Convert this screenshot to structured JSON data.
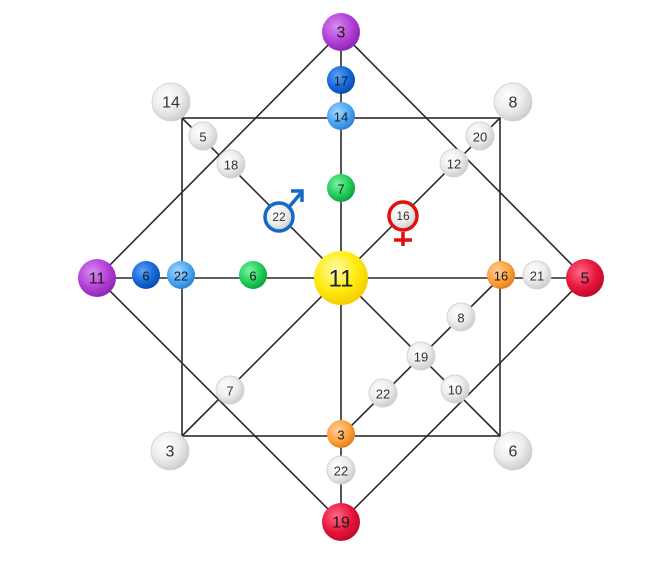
{
  "colors": {
    "line": "#2b2b2b",
    "gray": "#e9e9e9",
    "purple": "#b23fd6",
    "red": "#e8143c",
    "yellow": "#ffea00",
    "green": "#1fcf5a",
    "light_blue": "#4aa6f5",
    "dark_blue": "#1468d9",
    "orange": "#ffa03c",
    "male_symbol": "#1468c8",
    "female_symbol": "#e01010"
  },
  "nodes": [
    {
      "id": "center",
      "label": "11",
      "color": "yellow"
    },
    {
      "id": "top",
      "label": "3",
      "color": "purple"
    },
    {
      "id": "right",
      "label": "5",
      "color": "red"
    },
    {
      "id": "bottom",
      "label": "19",
      "color": "red"
    },
    {
      "id": "left",
      "label": "11",
      "color": "purple"
    },
    {
      "id": "corner-tl",
      "label": "14",
      "color": "gray"
    },
    {
      "id": "corner-tr",
      "label": "8",
      "color": "gray"
    },
    {
      "id": "corner-bl",
      "label": "3",
      "color": "gray"
    },
    {
      "id": "corner-br",
      "label": "6",
      "color": "gray"
    },
    {
      "id": "top-upper",
      "label": "17",
      "color": "dark_blue"
    },
    {
      "id": "top-lower",
      "label": "14",
      "color": "light_blue"
    },
    {
      "id": "top-inner",
      "label": "7",
      "color": "green"
    },
    {
      "id": "left-outer",
      "label": "6",
      "color": "dark_blue"
    },
    {
      "id": "left-mid",
      "label": "22",
      "color": "light_blue"
    },
    {
      "id": "left-inner",
      "label": "6",
      "color": "green"
    },
    {
      "id": "right-inner",
      "label": "16",
      "color": "orange"
    },
    {
      "id": "right-outer",
      "label": "21",
      "color": "gray"
    },
    {
      "id": "bottom-upper",
      "label": "3",
      "color": "orange"
    },
    {
      "id": "bottom-lower",
      "label": "22",
      "color": "gray"
    },
    {
      "id": "tl-outer",
      "label": "5",
      "color": "gray"
    },
    {
      "id": "tl-inner",
      "label": "18",
      "color": "gray"
    },
    {
      "id": "tr-outer",
      "label": "20",
      "color": "gray"
    },
    {
      "id": "tr-inner",
      "label": "12",
      "color": "gray"
    },
    {
      "id": "bl-inner",
      "label": "7",
      "color": "gray"
    },
    {
      "id": "br-inner",
      "label": "10",
      "color": "gray"
    },
    {
      "id": "diag-upper",
      "label": "8",
      "color": "gray"
    },
    {
      "id": "diag-mid",
      "label": "19",
      "color": "gray"
    },
    {
      "id": "diag-lower",
      "label": "22",
      "color": "gray"
    }
  ],
  "male_symbol": {
    "label": "22",
    "icon": "male-symbol-icon"
  },
  "female_symbol": {
    "label": "16",
    "icon": "female-symbol-icon"
  }
}
